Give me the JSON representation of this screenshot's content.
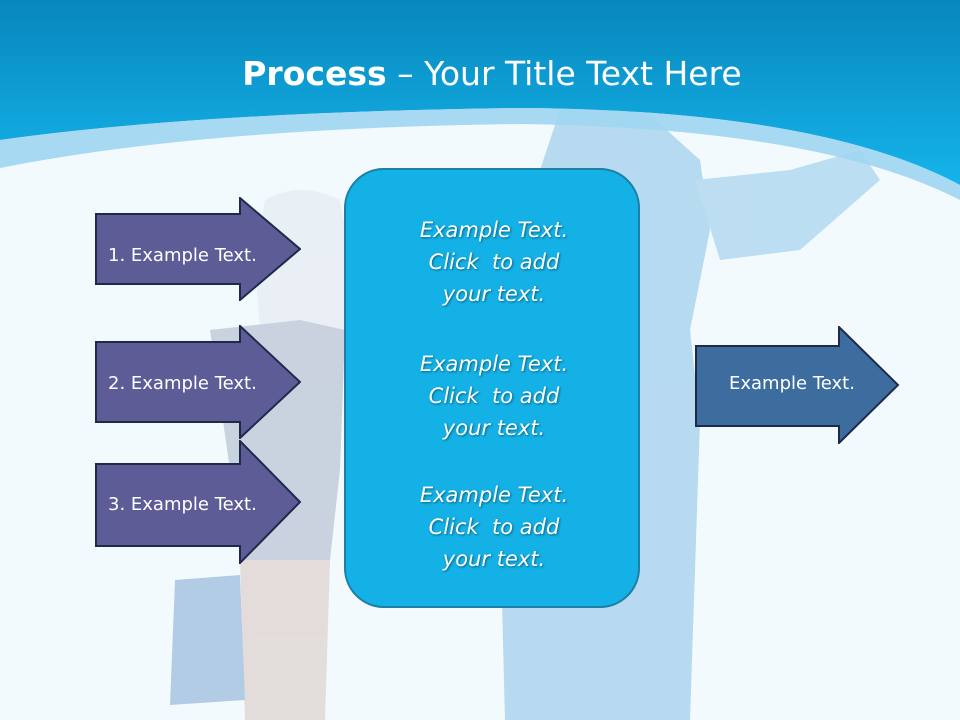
{
  "title": {
    "bold": "Process",
    "rest": " – Your Title Text Here"
  },
  "left_arrows": [
    {
      "label": "1. Example Text."
    },
    {
      "label": "2. Example Text."
    },
    {
      "label": "3. Example Text."
    }
  ],
  "center_box": {
    "paragraphs": [
      {
        "lines": [
          "Example Text.",
          "Click  to add",
          "your text."
        ]
      },
      {
        "lines": [
          "Example Text.",
          "Click  to add",
          "your text."
        ]
      },
      {
        "lines": [
          "Example Text.",
          "Click  to add",
          "your text."
        ]
      }
    ]
  },
  "right_arrow": {
    "label": "Example Text."
  },
  "colors": {
    "header": "#0ea7dc",
    "left_arrow_fill": "#5e5c97",
    "right_arrow_fill": "#3d6c9e",
    "center_box_fill": "#13b1e6"
  }
}
